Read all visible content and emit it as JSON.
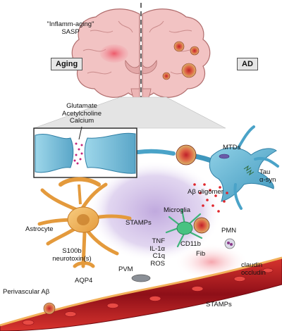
{
  "brain": {
    "sasp_line1": "\"Inflamm-aging\"",
    "sasp_line2": "SASP",
    "aging_tag": "Aging",
    "ad_tag": "AD"
  },
  "synapse": {
    "line1": "Glutamate",
    "line2": "Acetylcholine",
    "line3": "Calcium"
  },
  "neuron": {
    "mtds": "MTDs",
    "tau": "Tau",
    "syn": "α-syn",
    "abeta_oligomer": "Aβ oligomer"
  },
  "glia": {
    "stamps_top": "STAMPs",
    "microglia": "Microglia",
    "astrocyte": "Astrocyte",
    "tnf": "TNF",
    "il1a": "IL-1α",
    "c1q": "C1q",
    "ros": "ROS",
    "cd11b": "CD11b",
    "fib": "Fib",
    "pmn": "PMN",
    "s100b": "S100b",
    "neurotoxin": "neurotoxin(s)",
    "pvm": "PVM",
    "aqp4": "AQP4",
    "claudin": "claudin",
    "occludin": "occludin"
  },
  "vessel": {
    "perivascular": "Perivascular Aβ",
    "stamps_bottom": "STAMPs"
  },
  "colors": {
    "brain_fill": "#f2c3c3",
    "brain_edge": "#c28080",
    "astrocyte": "#f0b45a",
    "neuron": "#5fb0d0",
    "vessel": "#a4161e",
    "microglia": "#3fb37b",
    "stamps_cloud": "#b59ad8",
    "abeta": "#e0242a"
  }
}
